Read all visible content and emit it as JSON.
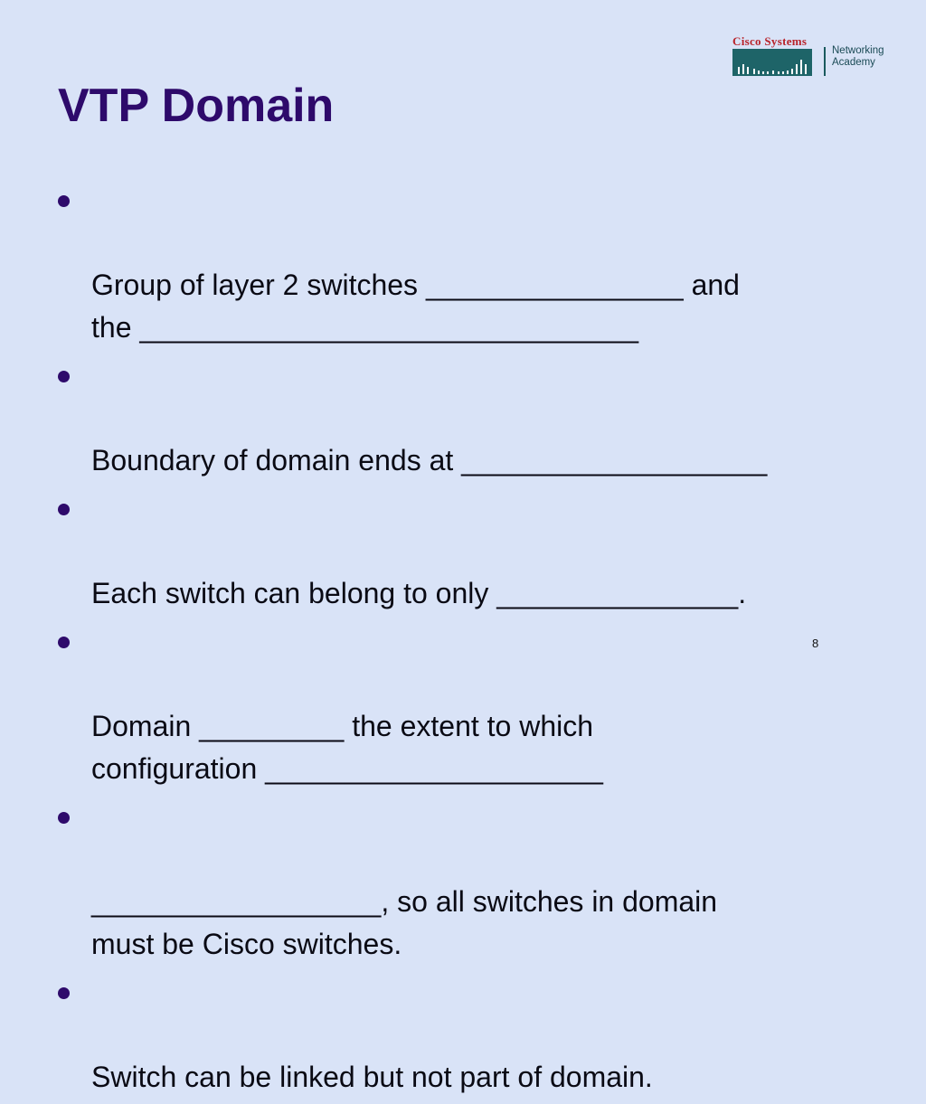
{
  "logo": {
    "brand": "Cisco Systems",
    "line1": "Networking",
    "line2": "Academy"
  },
  "title": "VTP Domain",
  "bullets": [
    "Group of layer 2 switches ________________ and\nthe _______________________________",
    "Boundary of domain ends at ___________________",
    "Each switch can belong to only _______________.",
    "Domain _________ the extent to which\nconfiguration _____________________",
    "__________________, so all switches in domain\nmust be Cisco switches.",
    "Switch can be linked but not part of domain."
  ],
  "page_number": "8"
}
